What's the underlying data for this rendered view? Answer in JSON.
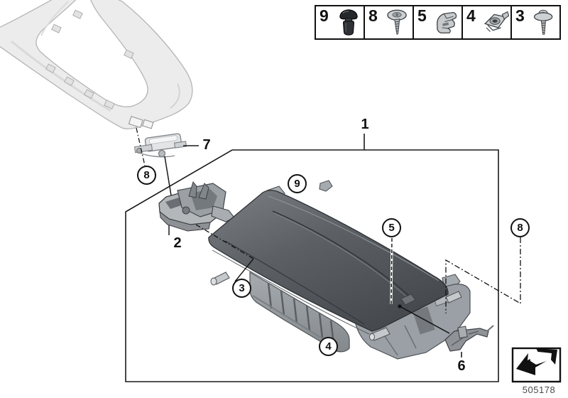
{
  "legend_items": [
    {
      "label": "9",
      "icon": "buffer-pin-icon"
    },
    {
      "label": "8",
      "icon": "screw-washer-icon"
    },
    {
      "label": "5",
      "icon": "spring-clip-icon"
    },
    {
      "label": "4",
      "icon": "cage-nut-icon"
    },
    {
      "label": "3",
      "icon": "washer-screw-icon"
    }
  ],
  "callouts": {
    "label_1": "1",
    "label_2": "2",
    "label_6": "6",
    "label_7": "7",
    "circle_3": "3",
    "circle_4": "4",
    "circle_5": "5",
    "circle_8_left": "8",
    "circle_8_right": "8",
    "circle_9": "9"
  },
  "footer": {
    "part_number": "505178"
  },
  "colors": {
    "outline": "#1a1a1a",
    "pad_dark": "#45494d",
    "pad_light": "#7b7f83",
    "shell_gray": "#989da1",
    "trim_light": "#ececec",
    "metal_light": "#c6c9cb"
  }
}
